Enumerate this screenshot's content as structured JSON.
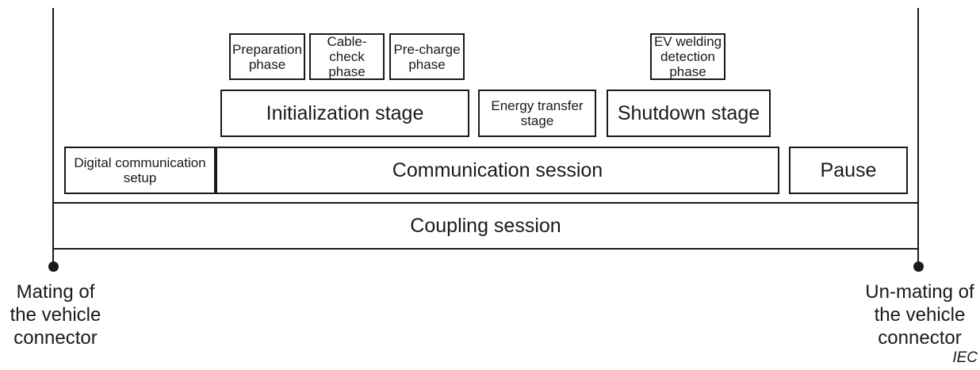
{
  "colors": {
    "line": "#1a1a1a",
    "text": "#1a1a1a",
    "background": "#ffffff"
  },
  "phases": {
    "preparation": [
      "Preparation",
      "phase"
    ],
    "cable_check": [
      "Cable-",
      "check",
      "phase"
    ],
    "pre_charge": [
      "Pre-charge",
      "phase"
    ],
    "ev_welding": [
      "EV welding",
      "detection",
      "phase"
    ]
  },
  "stages": {
    "initialization": "Initialization stage",
    "energy_transfer": [
      "Energy transfer",
      "stage"
    ],
    "shutdown": "Shutdown stage"
  },
  "sessions": {
    "digital_setup": [
      "Digital communication",
      "setup"
    ],
    "communication": "Communication session",
    "pause": "Pause"
  },
  "coupling": "Coupling session",
  "timeline": {
    "start": [
      "Mating of",
      "the vehicle",
      "connector"
    ],
    "end": [
      "Un-mating of",
      "the vehicle",
      "connector"
    ]
  },
  "credit": "IEC"
}
